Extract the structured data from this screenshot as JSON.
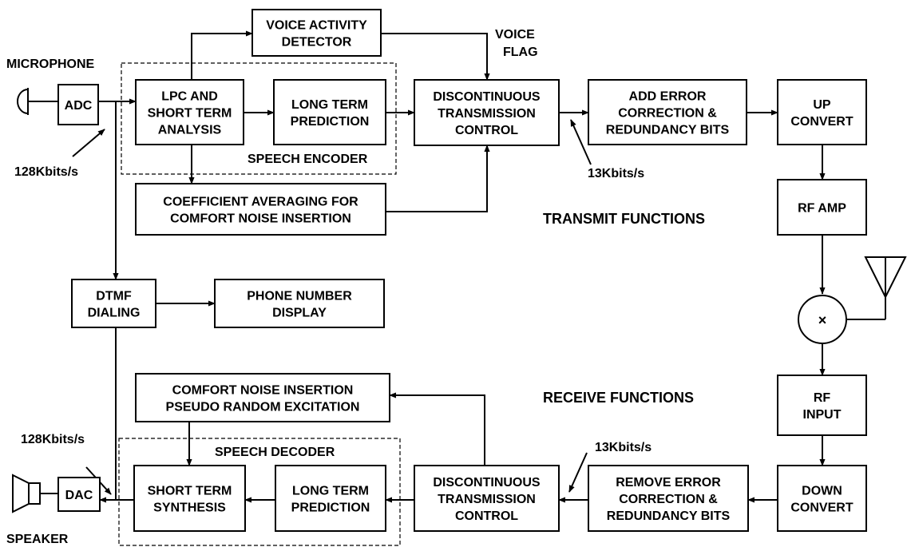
{
  "labels": {
    "microphone": "MICROPHONE",
    "speaker": "SPEAKER",
    "adc": "ADC",
    "dac": "DAC",
    "rate_128_tx": "128Kbits/s",
    "rate_128_rx": "128Kbits/s",
    "rate_13_tx": "13Kbits/s",
    "rate_13_rx": "13Kbits/s",
    "voice_flag_1": "VOICE",
    "voice_flag_2": "FLAG",
    "speech_encoder": "SPEECH ENCODER",
    "speech_decoder": "SPEECH DECODER",
    "transmit_functions": "TRANSMIT FUNCTIONS",
    "receive_functions": "RECEIVE FUNCTIONS",
    "mixer_symbol": "×"
  },
  "blocks": {
    "vad": [
      "VOICE ACTIVITY",
      "DETECTOR"
    ],
    "lpc": [
      "LPC AND",
      "SHORT TERM",
      "ANALYSIS"
    ],
    "ltp_tx": [
      "LONG TERM",
      "PREDICTION"
    ],
    "dtx_tx": [
      "DISCONTINUOUS",
      "TRANSMISSION",
      "CONTROL"
    ],
    "add_error": [
      "ADD ERROR",
      "CORRECTION &",
      "REDUNDANCY BITS"
    ],
    "up_convert": [
      "UP",
      "CONVERT"
    ],
    "coef_avg": [
      "COEFFICIENT AVERAGING FOR",
      "COMFORT NOISE INSERTION"
    ],
    "rf_amp": [
      "RF AMP"
    ],
    "dtmf": [
      "DTMF",
      "DIALING"
    ],
    "phone_display": [
      "PHONE NUMBER",
      "DISPLAY"
    ],
    "comfort_noise": [
      "COMFORT NOISE INSERTION",
      "PSEUDO RANDOM EXCITATION"
    ],
    "rf_input": [
      "RF",
      "INPUT"
    ],
    "short_synth": [
      "SHORT TERM",
      "SYNTHESIS"
    ],
    "ltp_rx": [
      "LONG TERM",
      "PREDICTION"
    ],
    "dtx_rx": [
      "DISCONTINUOUS",
      "TRANSMISSION",
      "CONTROL"
    ],
    "remove_error": [
      "REMOVE ERROR",
      "CORRECTION &",
      "REDUNDANCY BITS"
    ],
    "down_convert": [
      "DOWN",
      "CONVERT"
    ]
  }
}
